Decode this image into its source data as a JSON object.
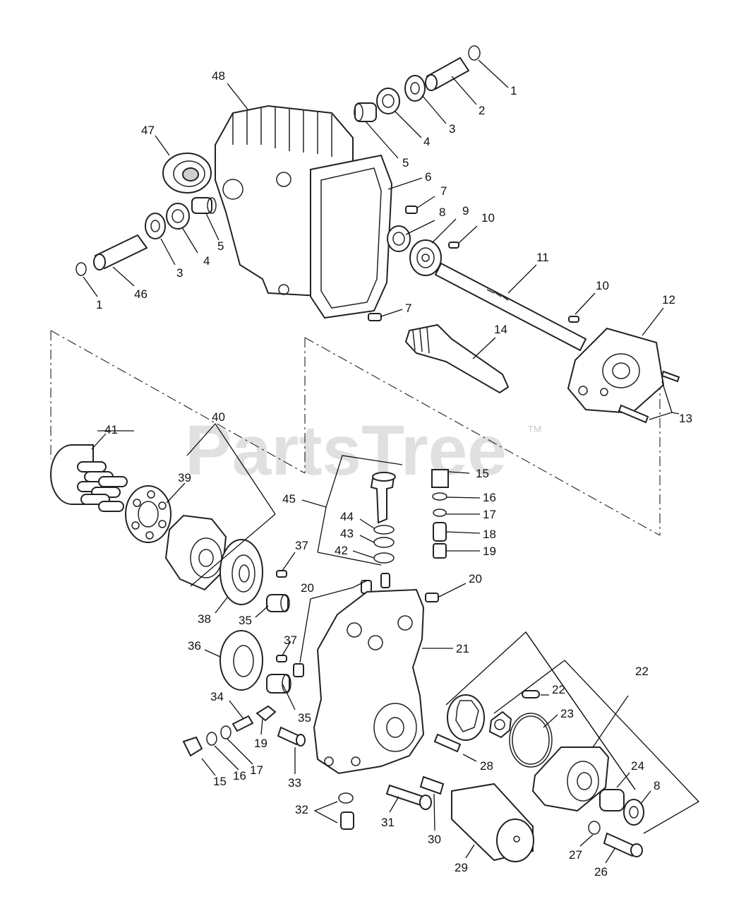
{
  "watermark": {
    "brand": "PartsTree",
    "trademark": "TM"
  },
  "callouts": {
    "c1a": "1",
    "c2": "2",
    "c3a": "3",
    "c4a": "4",
    "c5a": "5",
    "c6": "6",
    "c7a": "7",
    "c8a": "8",
    "c9": "9",
    "c10a": "10",
    "c11": "11",
    "c10b": "10",
    "c12": "12",
    "c7b": "7",
    "c14": "14",
    "c13": "13",
    "c48": "48",
    "c47": "47",
    "c5b": "5",
    "c4b": "4",
    "c3b": "3",
    "c1b": "1",
    "c46": "46",
    "c40": "40",
    "c41": "41",
    "c39": "39",
    "c45": "45",
    "c15a": "15",
    "c16a": "16",
    "c17a": "17",
    "c18": "18",
    "c19a": "19",
    "c44": "44",
    "c43": "43",
    "c42": "42",
    "c37a": "37",
    "c20a": "20",
    "c20b": "20",
    "c38": "38",
    "c35a": "35",
    "c21": "21",
    "c36": "36",
    "c37b": "37",
    "c22a": "22",
    "c22b": "22",
    "c23": "23",
    "c34": "34",
    "c35b": "35",
    "c19b": "19",
    "c28": "28",
    "c24": "24",
    "c8b": "8",
    "c15b": "15",
    "c16b": "16",
    "c17b": "17",
    "c33": "33",
    "c32": "32",
    "c31": "31",
    "c30": "30",
    "c29": "29",
    "c27": "27",
    "c26": "26"
  }
}
